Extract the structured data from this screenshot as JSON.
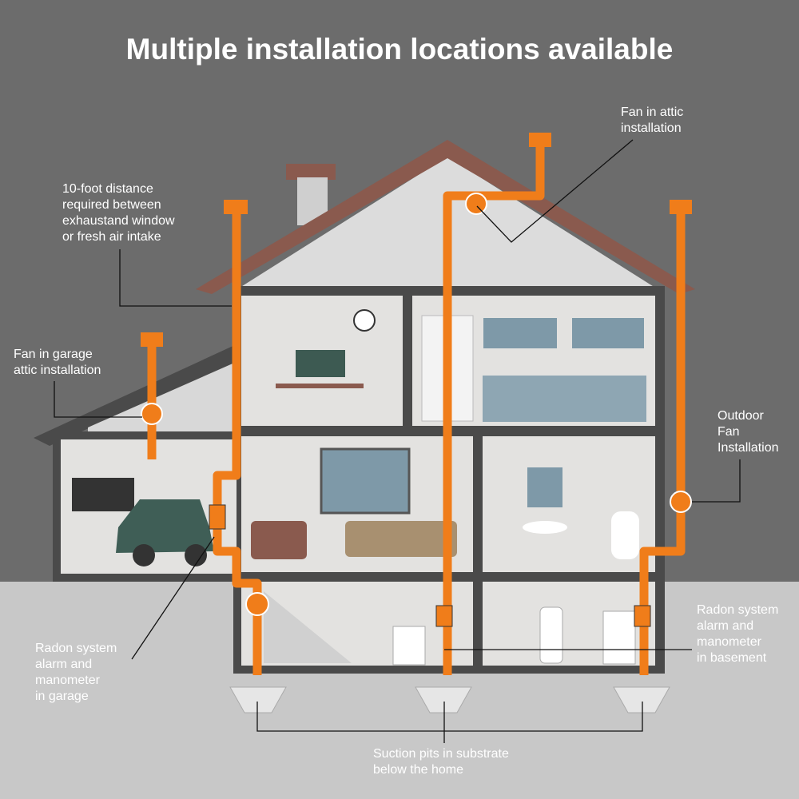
{
  "title": "Multiple installation locations available",
  "labels": {
    "attic_fan": [
      "Fan in attic",
      "installation"
    ],
    "distance": [
      "10-foot distance",
      "required between",
      "exhaustand window",
      "or fresh air intake"
    ],
    "garage_attic": [
      "Fan in garage",
      "attic installation"
    ],
    "outdoor": [
      "Outdoor",
      "Fan",
      "Installation"
    ],
    "garage_alarm": [
      "Radon system",
      "alarm and",
      "manometer",
      "in garage"
    ],
    "basement_alarm": [
      "Radon system",
      "alarm and",
      "manometer",
      "in basement"
    ],
    "suction": [
      "Suction pits in substrate",
      "below the home"
    ]
  },
  "colors": {
    "background": "#6c6c6c",
    "ground": "#c8c8c8",
    "pipe": "#f07d1a",
    "roof": "#8a5a4e"
  }
}
